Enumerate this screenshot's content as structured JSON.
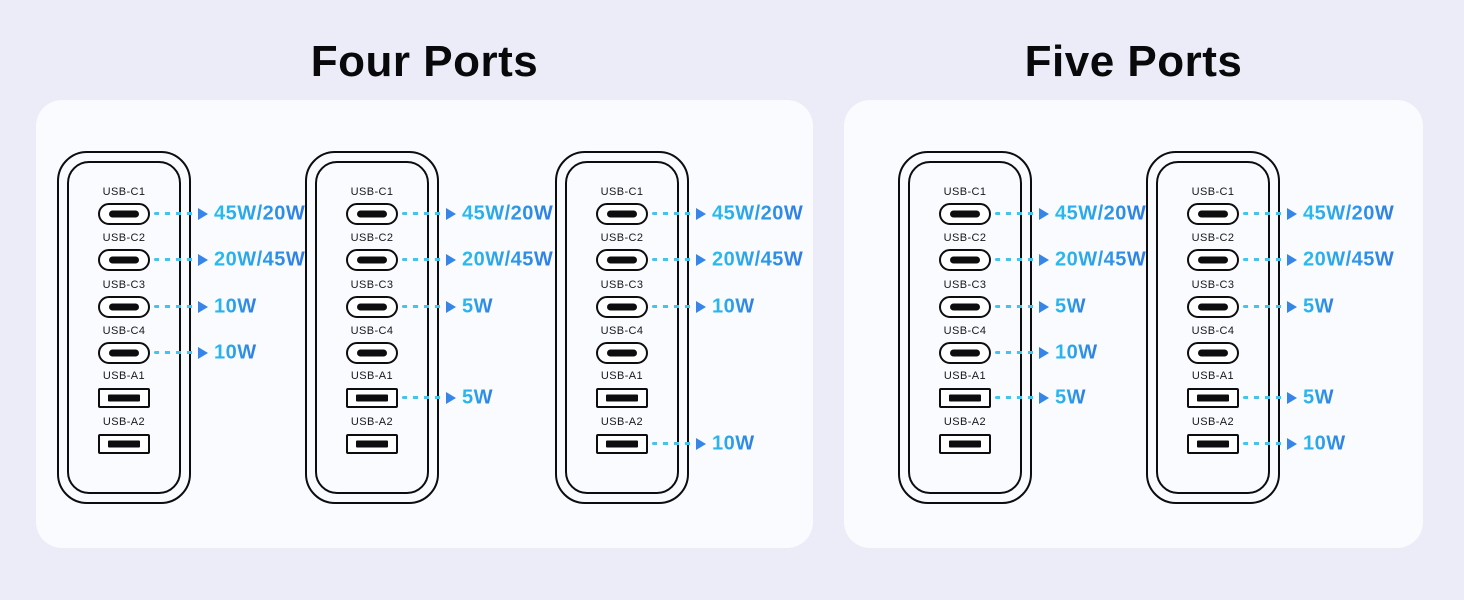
{
  "page": {
    "background_color": "#ebecf7",
    "panel_color": "#fafbfe",
    "outline_color": "#0d0d0f",
    "dash_color": "#41c5ef",
    "arrow_head_color": "#3685e9",
    "watt_gradient": [
      "#29bdee",
      "#2f7ce6"
    ]
  },
  "sections": [
    {
      "title": "Four Ports",
      "chargers": [
        {
          "ports": [
            {
              "label": "USB-C1",
              "type": "usb-c",
              "watts": "45W/20W"
            },
            {
              "label": "USB-C2",
              "type": "usb-c",
              "watts": "20W/45W"
            },
            {
              "label": "USB-C3",
              "type": "usb-c",
              "watts": "10W"
            },
            {
              "label": "USB-C4",
              "type": "usb-c",
              "watts": "10W"
            },
            {
              "label": "USB-A1",
              "type": "usb-a",
              "watts": null
            },
            {
              "label": "USB-A2",
              "type": "usb-a",
              "watts": null
            }
          ]
        },
        {
          "ports": [
            {
              "label": "USB-C1",
              "type": "usb-c",
              "watts": "45W/20W"
            },
            {
              "label": "USB-C2",
              "type": "usb-c",
              "watts": "20W/45W"
            },
            {
              "label": "USB-C3",
              "type": "usb-c",
              "watts": "5W"
            },
            {
              "label": "USB-C4",
              "type": "usb-c",
              "watts": null
            },
            {
              "label": "USB-A1",
              "type": "usb-a",
              "watts": "5W"
            },
            {
              "label": "USB-A2",
              "type": "usb-a",
              "watts": null
            }
          ]
        },
        {
          "ports": [
            {
              "label": "USB-C1",
              "type": "usb-c",
              "watts": "45W/20W"
            },
            {
              "label": "USB-C2",
              "type": "usb-c",
              "watts": "20W/45W"
            },
            {
              "label": "USB-C3",
              "type": "usb-c",
              "watts": "10W"
            },
            {
              "label": "USB-C4",
              "type": "usb-c",
              "watts": null
            },
            {
              "label": "USB-A1",
              "type": "usb-a",
              "watts": null
            },
            {
              "label": "USB-A2",
              "type": "usb-a",
              "watts": "10W"
            }
          ]
        }
      ]
    },
    {
      "title": "Five Ports",
      "chargers": [
        {
          "ports": [
            {
              "label": "USB-C1",
              "type": "usb-c",
              "watts": "45W/20W"
            },
            {
              "label": "USB-C2",
              "type": "usb-c",
              "watts": "20W/45W"
            },
            {
              "label": "USB-C3",
              "type": "usb-c",
              "watts": "5W"
            },
            {
              "label": "USB-C4",
              "type": "usb-c",
              "watts": "10W"
            },
            {
              "label": "USB-A1",
              "type": "usb-a",
              "watts": "5W"
            },
            {
              "label": "USB-A2",
              "type": "usb-a",
              "watts": null
            }
          ]
        },
        {
          "ports": [
            {
              "label": "USB-C1",
              "type": "usb-c",
              "watts": "45W/20W"
            },
            {
              "label": "USB-C2",
              "type": "usb-c",
              "watts": "20W/45W"
            },
            {
              "label": "USB-C3",
              "type": "usb-c",
              "watts": "5W"
            },
            {
              "label": "USB-C4",
              "type": "usb-c",
              "watts": null
            },
            {
              "label": "USB-A1",
              "type": "usb-a",
              "watts": "5W"
            },
            {
              "label": "USB-A2",
              "type": "usb-a",
              "watts": "10W"
            }
          ]
        }
      ]
    }
  ]
}
